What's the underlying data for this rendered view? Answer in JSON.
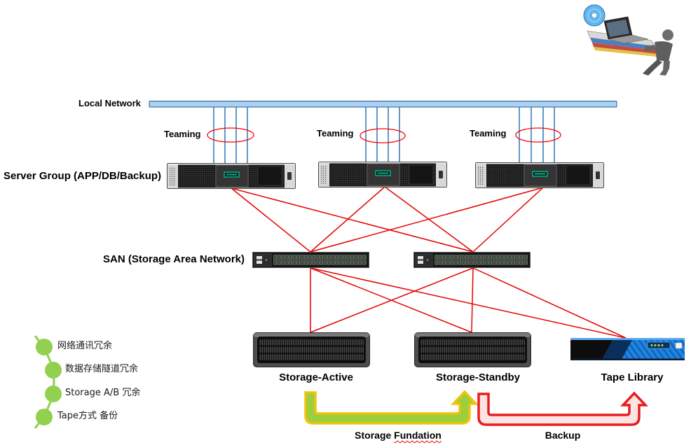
{
  "network": {
    "label": "Local Network"
  },
  "teaming": [
    {
      "label": "Teaming"
    },
    {
      "label": "Teaming"
    },
    {
      "label": "Teaming"
    }
  ],
  "server_group": {
    "label": "Server Group (APP/DB/Backup)"
  },
  "san": {
    "label": "SAN (Storage Area Network)"
  },
  "storage": {
    "active": {
      "label": "Storage-Active"
    },
    "standby": {
      "label": "Storage-Standby"
    },
    "tape_library": {
      "label": "Tape Library"
    }
  },
  "flows": {
    "foundation": {
      "words": [
        "Storage",
        "Fundation"
      ]
    },
    "backup": {
      "label": "Backup"
    }
  },
  "legend": {
    "items": [
      "网络通讯冗余",
      "数据存储隧道冗余",
      "Storage A/B 冗余",
      "Tape方式 备份"
    ]
  },
  "colors": {
    "network_bar": "#a9d1f2",
    "network_link": "#2e75b6",
    "teaming_ring": "#ff0000",
    "san_link": "#e60000",
    "foundation_outline": "#efc30c",
    "foundation_fill": "#9bcf3c",
    "backup_outline": "#e81e1e",
    "backup_fill": "#fde4e4",
    "legend_dot": "#92d050"
  }
}
